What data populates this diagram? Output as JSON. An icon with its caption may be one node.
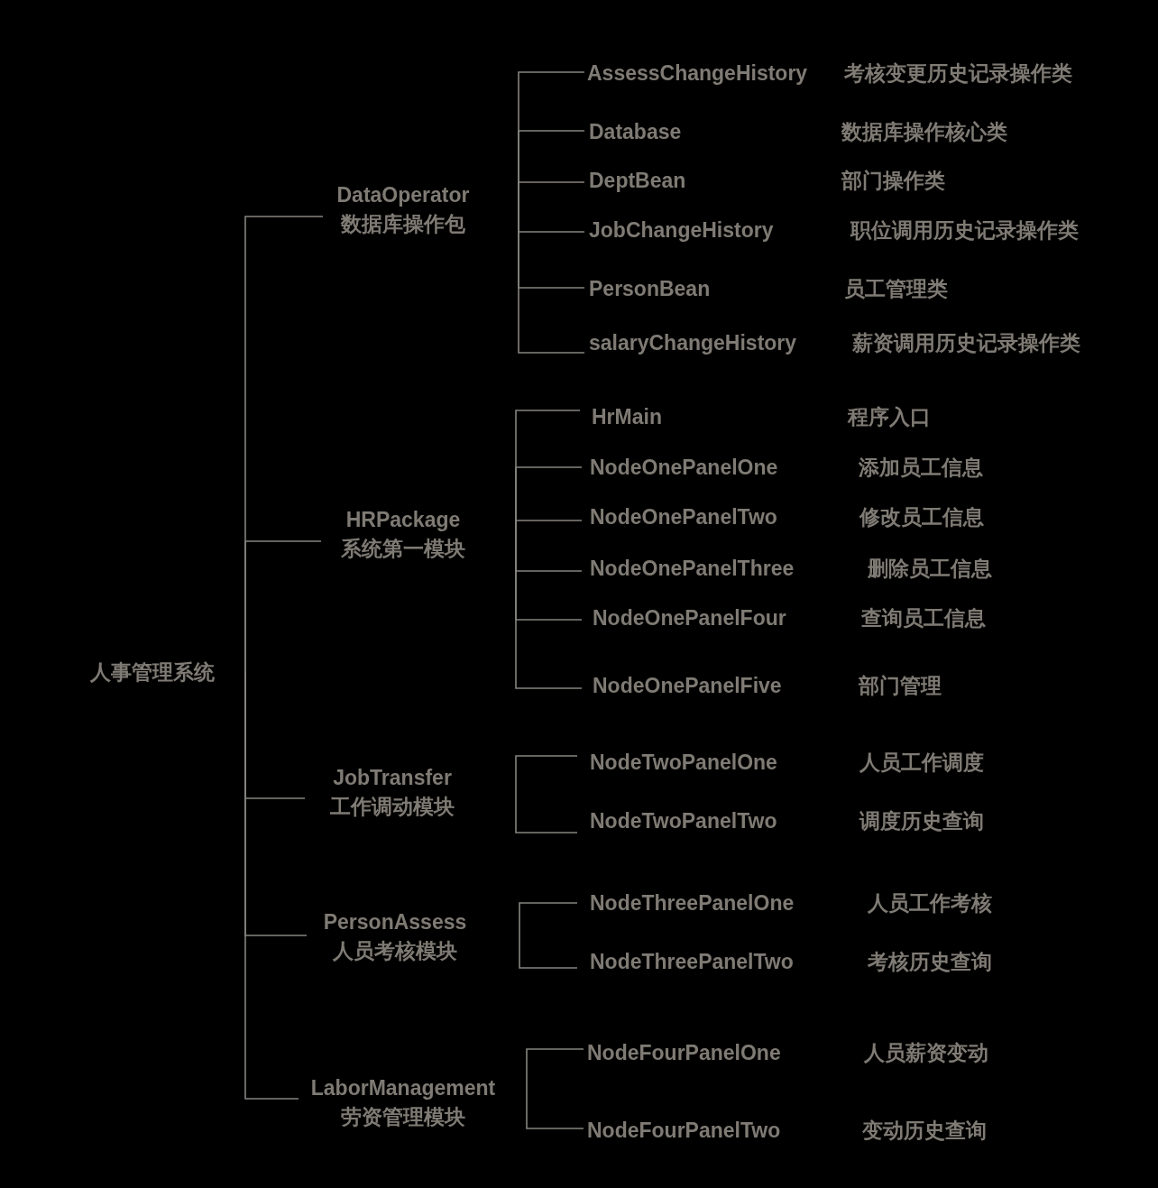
{
  "diagram": {
    "nodes": [
      {
        "text": [
          "人事管理系统"
        ]
      },
      {
        "text": [
          "DataOperator",
          "数据库操作包"
        ]
      },
      {
        "text": [
          "AssessChangeHistory"
        ],
        "beside": [
          "考核变更历史记录操作类"
        ]
      },
      {
        "text": [
          "Database"
        ],
        "beside": [
          "数据库操作核心类"
        ]
      },
      {
        "text": [
          "DeptBean"
        ],
        "beside": [
          "部门操作类"
        ]
      },
      {
        "text": [
          "JobChangeHistory"
        ],
        "beside": [
          "职位调用历史记录操作类"
        ]
      },
      {
        "text": [
          "PersonBean"
        ],
        "beside": [
          "员工管理类"
        ]
      },
      {
        "text": [
          "salaryChangeHistory"
        ],
        "beside": [
          "薪资调用历史记录操作类"
        ]
      },
      {
        "text": [
          "HRPackage",
          "系统第一模块"
        ]
      },
      {
        "text": [
          "HrMain"
        ],
        "beside": [
          "程序入口"
        ]
      },
      {
        "text": [
          "NodeOnePanelOne"
        ],
        "beside": [
          "添加员工信息"
        ]
      },
      {
        "text": [
          "NodeOnePanelTwo"
        ],
        "beside": [
          "修改员工信息"
        ]
      },
      {
        "text": [
          "NodeOnePanelThree"
        ],
        "beside": [
          "删除员工信息"
        ]
      },
      {
        "text": [
          "NodeOnePanelFour"
        ],
        "beside": [
          "查询员工信息"
        ]
      },
      {
        "text": [
          "NodeOnePanelFive"
        ],
        "beside": [
          "部门管理"
        ]
      },
      {
        "text": [
          "JobTransfer",
          "工作调动模块"
        ]
      },
      {
        "text": [
          "NodeTwoPanelOne"
        ],
        "beside": [
          "人员工作调度"
        ]
      },
      {
        "text": [
          "NodeTwoPanelTwo"
        ],
        "beside": [
          "调度历史查询"
        ]
      },
      {
        "text": [
          "PersonAssess",
          "人员考核模块"
        ]
      },
      {
        "text": [
          "NodeThreePanelOne"
        ],
        "beside": [
          "人员工作考核"
        ]
      },
      {
        "text": [
          "NodeThreePanelTwo"
        ],
        "beside": [
          "考核历史查询"
        ]
      },
      {
        "text": [
          "LaborManagement",
          "劳资管理模块"
        ]
      },
      {
        "text": [
          "NodeFourPanelOne"
        ],
        "beside": [
          "人员薪资变动"
        ]
      },
      {
        "text": [
          "NodeFourPanelTwo"
        ],
        "beside": [
          "变动历史查询"
        ]
      }
    ],
    "edges": [
      {
        "from": 0,
        "to": 1,
        "arrow": "none"
      },
      {
        "from": 0,
        "to": 8,
        "arrow": "none"
      },
      {
        "from": 0,
        "to": 15,
        "arrow": "none"
      },
      {
        "from": 0,
        "to": 18,
        "arrow": "none"
      },
      {
        "from": 0,
        "to": 21,
        "arrow": "none"
      },
      {
        "from": 1,
        "to": 2,
        "arrow": "none"
      },
      {
        "from": 1,
        "to": 3,
        "arrow": "none"
      },
      {
        "from": 1,
        "to": 4,
        "arrow": "none"
      },
      {
        "from": 1,
        "to": 5,
        "arrow": "none"
      },
      {
        "from": 1,
        "to": 6,
        "arrow": "none"
      },
      {
        "from": 1,
        "to": 7,
        "arrow": "none"
      },
      {
        "from": 8,
        "to": 9,
        "arrow": "none"
      },
      {
        "from": 8,
        "to": 10,
        "arrow": "none"
      },
      {
        "from": 8,
        "to": 11,
        "arrow": "none"
      },
      {
        "from": 8,
        "to": 12,
        "arrow": "none"
      },
      {
        "from": 8,
        "to": 13,
        "arrow": "none"
      },
      {
        "from": 8,
        "to": 14,
        "arrow": "none"
      },
      {
        "from": 15,
        "to": 16,
        "arrow": "none"
      },
      {
        "from": 15,
        "to": 17,
        "arrow": "none"
      },
      {
        "from": 18,
        "to": 19,
        "arrow": "none"
      },
      {
        "from": 18,
        "to": 20,
        "arrow": "none"
      },
      {
        "from": 21,
        "to": 22,
        "arrow": "none"
      },
      {
        "from": 21,
        "to": 23,
        "arrow": "none"
      }
    ]
  }
}
